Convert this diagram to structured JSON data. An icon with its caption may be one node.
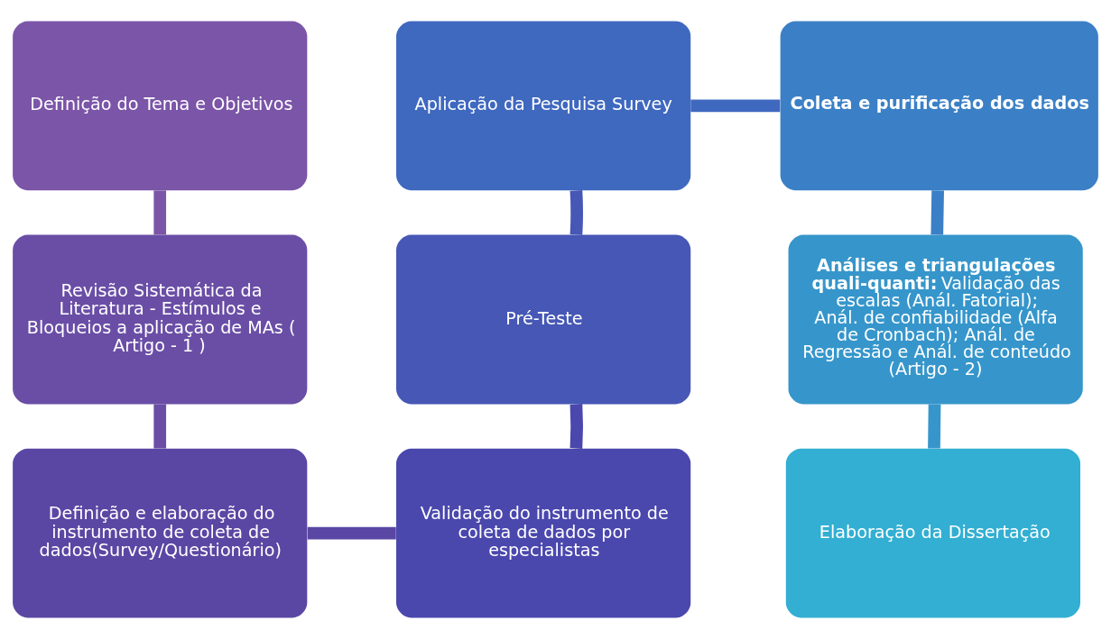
{
  "diagram": {
    "nodes": [
      {
        "text": [
          "Definição do Tema e Objetivos"
        ]
      },
      {
        "text": [
          "Revisão Sistemática da Literatura - Estímulos e Bloqueios a aplicação de MAs ( Artigo - 1 )"
        ]
      },
      {
        "text": [
          "Definição e elaboração do instrumento de coleta de dados(Survey/Questionário)"
        ]
      },
      {
        "text": [
          "Validação do instrumento de coleta de dados por especialistas"
        ]
      },
      {
        "text": [
          "Pré-Teste"
        ]
      },
      {
        "text": [
          "Aplicação da Pesquisa Survey"
        ]
      },
      {
        "text": [
          "Coleta e purificação dos dados"
        ]
      },
      {
        "text": [
          "**Análises e triangulações quali-quanti:** Validação das escalas (Anál. Fatorial); Anál. de confiabilidade (Alfa de Cronbach); Anál. de Regressão e Anál. de conteúdo (Artigo - 2)"
        ]
      },
      {
        "text": [
          "Elaboração da Dissertação"
        ]
      }
    ],
    "edges": [
      {
        "from": 0,
        "to": 1,
        "arrow": "none"
      },
      {
        "from": 1,
        "to": 2,
        "arrow": "none"
      },
      {
        "from": 2,
        "to": 3,
        "arrow": "none"
      },
      {
        "from": 3,
        "to": 4,
        "arrow": "none"
      },
      {
        "from": 4,
        "to": 5,
        "arrow": "none"
      },
      {
        "from": 5,
        "to": 6,
        "arrow": "none"
      },
      {
        "from": 6,
        "to": 7,
        "arrow": "none"
      },
      {
        "from": 7,
        "to": 8,
        "arrow": "none"
      }
    ]
  }
}
